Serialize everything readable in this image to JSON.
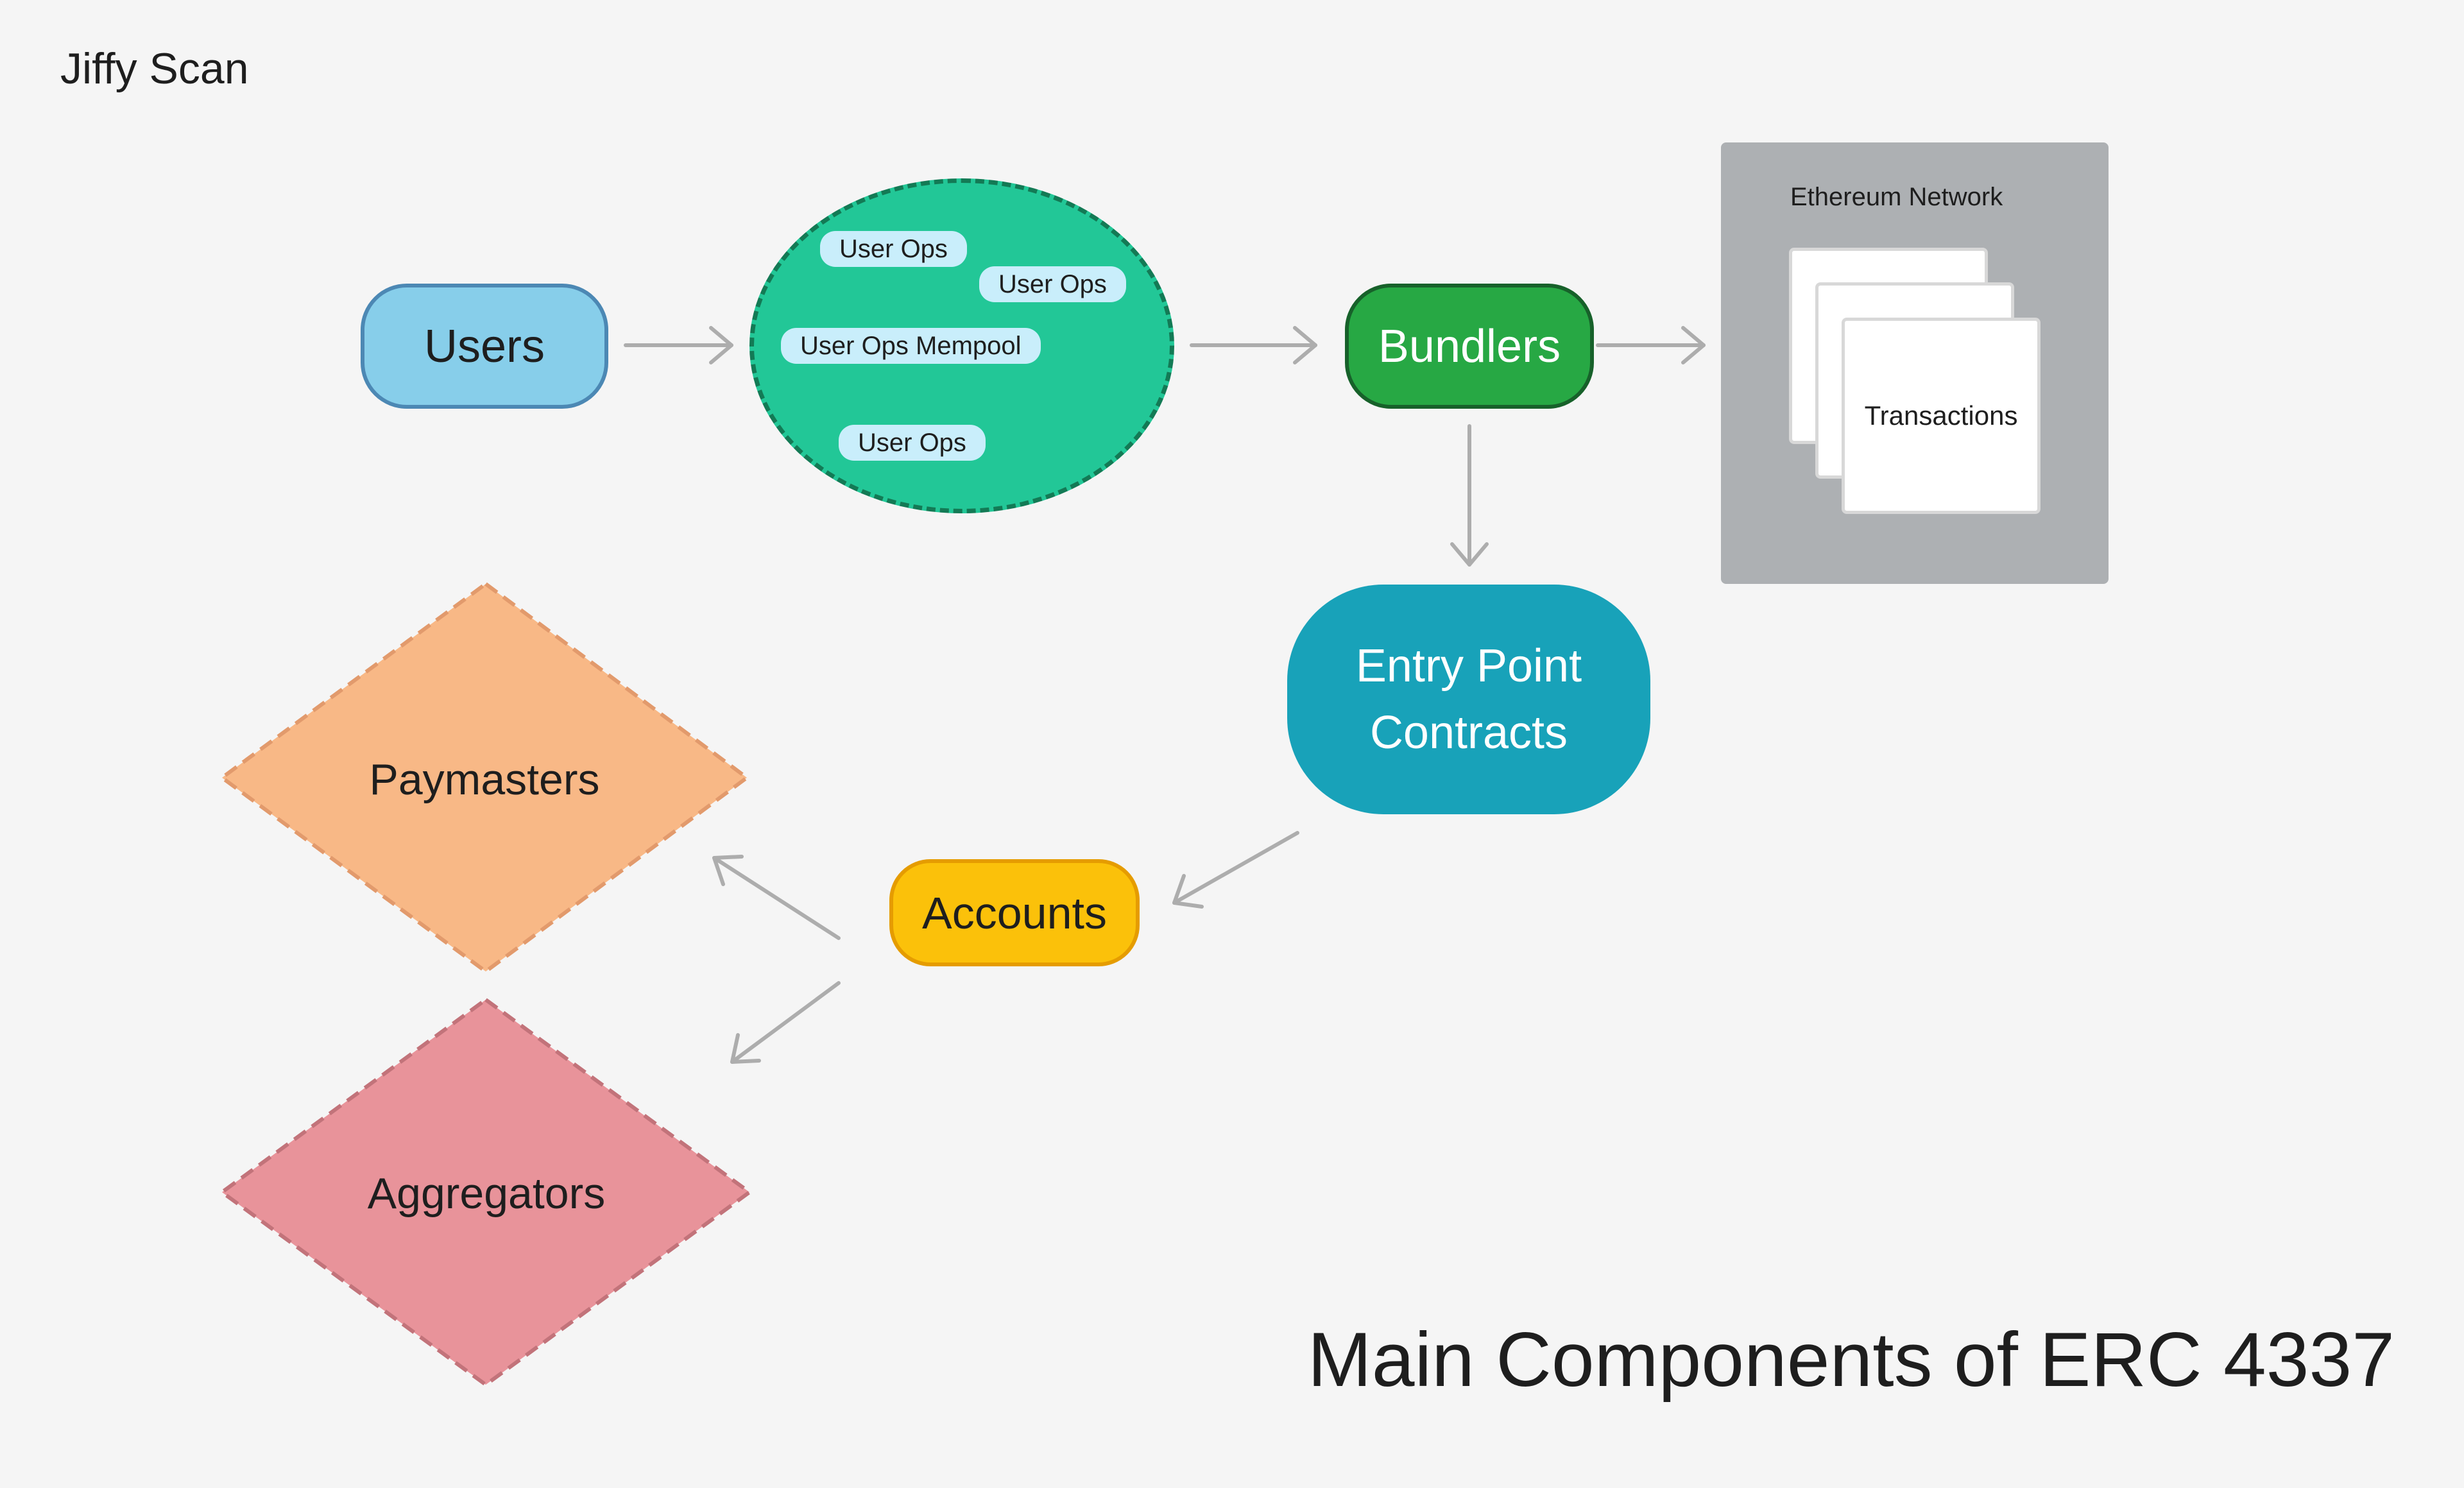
{
  "brand": "Jiffy Scan",
  "title": "Main Components of ERC 4337",
  "nodes": {
    "users": "Users",
    "mempool": {
      "label": "User Ops Mempool",
      "ops": [
        "User Ops",
        "User Ops",
        "User Ops"
      ]
    },
    "bundlers": "Bundlers",
    "ethereum_network": {
      "label": "Ethereum Network",
      "document_label": "Transactions"
    },
    "entry_point": {
      "line1": "Entry Point",
      "line2": "Contracts"
    },
    "accounts": "Accounts",
    "paymasters": "Paymasters",
    "aggregators": "Aggregators"
  },
  "colors": {
    "background": "#f5f5f5",
    "users": "#87ceea",
    "mempool": "#22c797",
    "bundlers": "#27a844",
    "ethereum_network": "#adb0b3",
    "entry_point": "#18a2b9",
    "accounts": "#fbc10a",
    "paymasters": "#f8b886",
    "aggregators": "#e8939a",
    "arrow": "#adadad"
  }
}
